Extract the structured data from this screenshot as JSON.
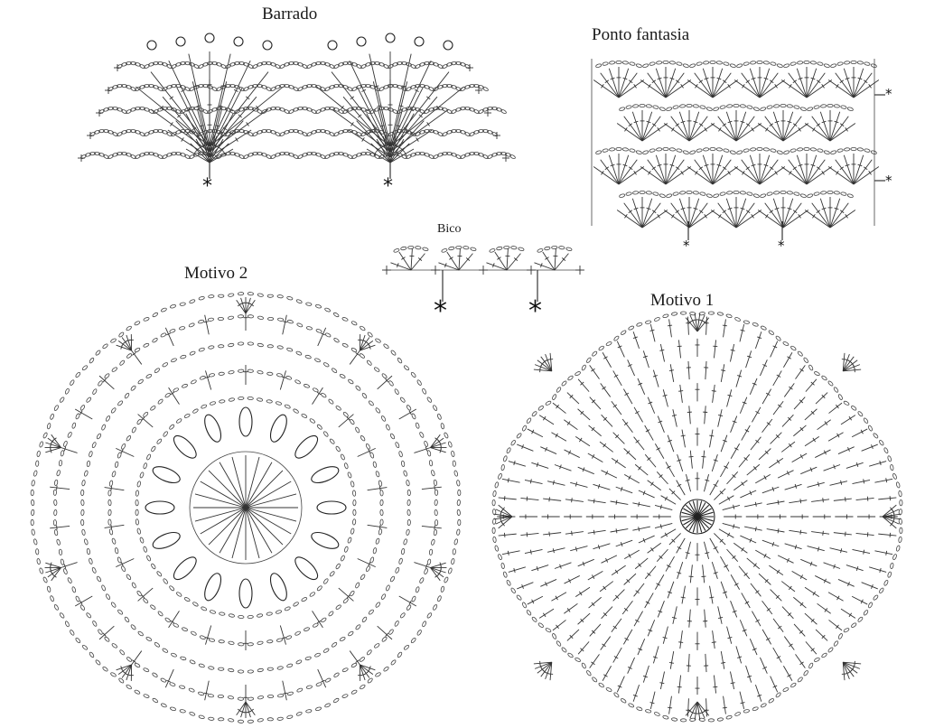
{
  "labels": {
    "barrado": "Barrado",
    "ponto_fantasia": "Ponto fantasia",
    "bico": "Bico",
    "motivo2": "Motivo 2",
    "motivo1": "Motivo 1"
  },
  "markers": {
    "repeat_symbol": "*"
  }
}
